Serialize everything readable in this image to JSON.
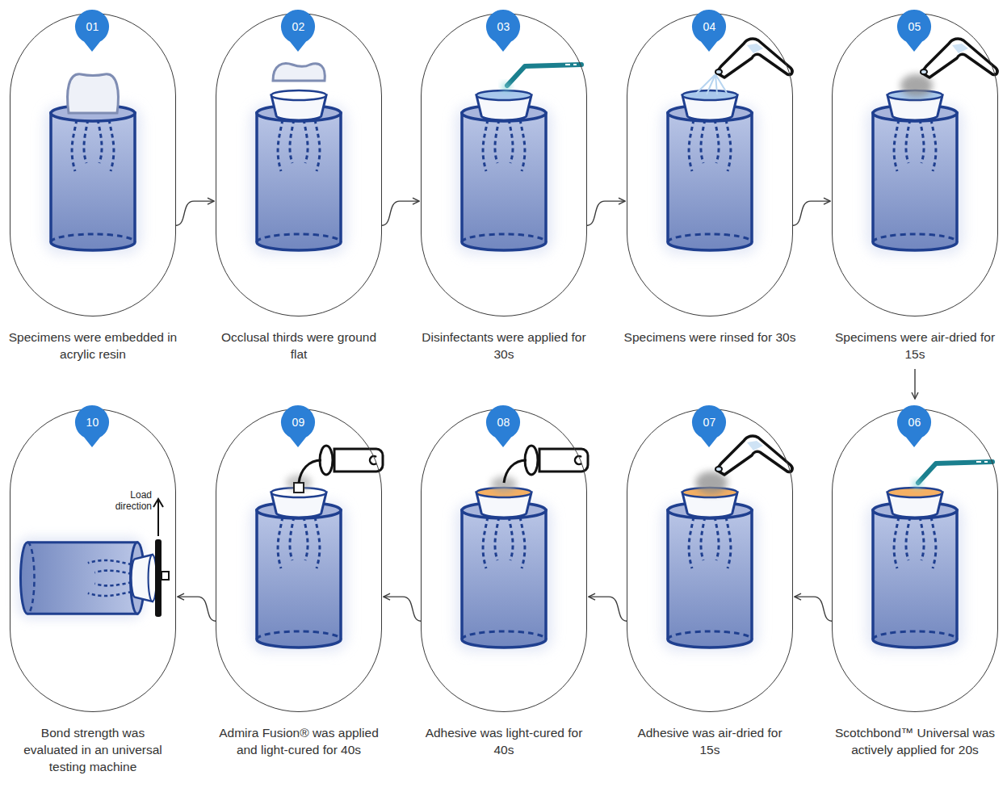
{
  "diagram": {
    "nodes": [
      {
        "text": [
          "Specimens were embedded in acrylic resin"
        ]
      },
      {
        "text": [
          "01"
        ],
        "in": 0
      },
      {
        "text": [
          "Occlusal thirds were ground flat"
        ]
      },
      {
        "text": [
          "02"
        ],
        "in": 2
      },
      {
        "text": [
          "Disinfectants were applied for 30s"
        ]
      },
      {
        "text": [
          "03"
        ],
        "in": 4
      },
      {
        "text": [
          "Specimens were rinsed for 30s"
        ]
      },
      {
        "text": [
          "04"
        ],
        "in": 6
      },
      {
        "text": [
          "Specimens were air-dried for 15s"
        ]
      },
      {
        "text": [
          "05"
        ],
        "in": 8
      },
      {
        "text": [
          "Scotchbond™ Universal was actively applied for 20s"
        ]
      },
      {
        "text": [
          "06"
        ],
        "in": 10
      },
      {
        "text": [
          "Adhesive was air-dried for 15s"
        ]
      },
      {
        "text": [
          "07"
        ],
        "in": 12
      },
      {
        "text": [
          "Adhesive was light-cured for 40s"
        ]
      },
      {
        "text": [
          "08"
        ],
        "in": 14
      },
      {
        "text": [
          "Admira Fusion® was applied and light-cured for 40s"
        ]
      },
      {
        "text": [
          "09"
        ],
        "in": 16
      },
      {
        "text": [
          "Bond strength was evaluated in an universal testing machine"
        ]
      },
      {
        "text": [
          "10"
        ],
        "in": 18
      }
    ],
    "edges": [
      {
        "from": 0,
        "to": 2,
        "arrow": "to"
      },
      {
        "from": 2,
        "to": 4,
        "arrow": "to"
      },
      {
        "from": 4,
        "to": 6,
        "arrow": "to"
      },
      {
        "from": 6,
        "to": 8,
        "arrow": "to"
      },
      {
        "from": 8,
        "to": 10,
        "arrow": "to"
      },
      {
        "from": 10,
        "to": 12,
        "arrow": "to"
      },
      {
        "from": 12,
        "to": 14,
        "arrow": "to"
      },
      {
        "from": 14,
        "to": 16,
        "arrow": "to"
      },
      {
        "from": 16,
        "to": 18,
        "arrow": "to"
      }
    ],
    "labels": [
      "Load direction"
    ]
  }
}
